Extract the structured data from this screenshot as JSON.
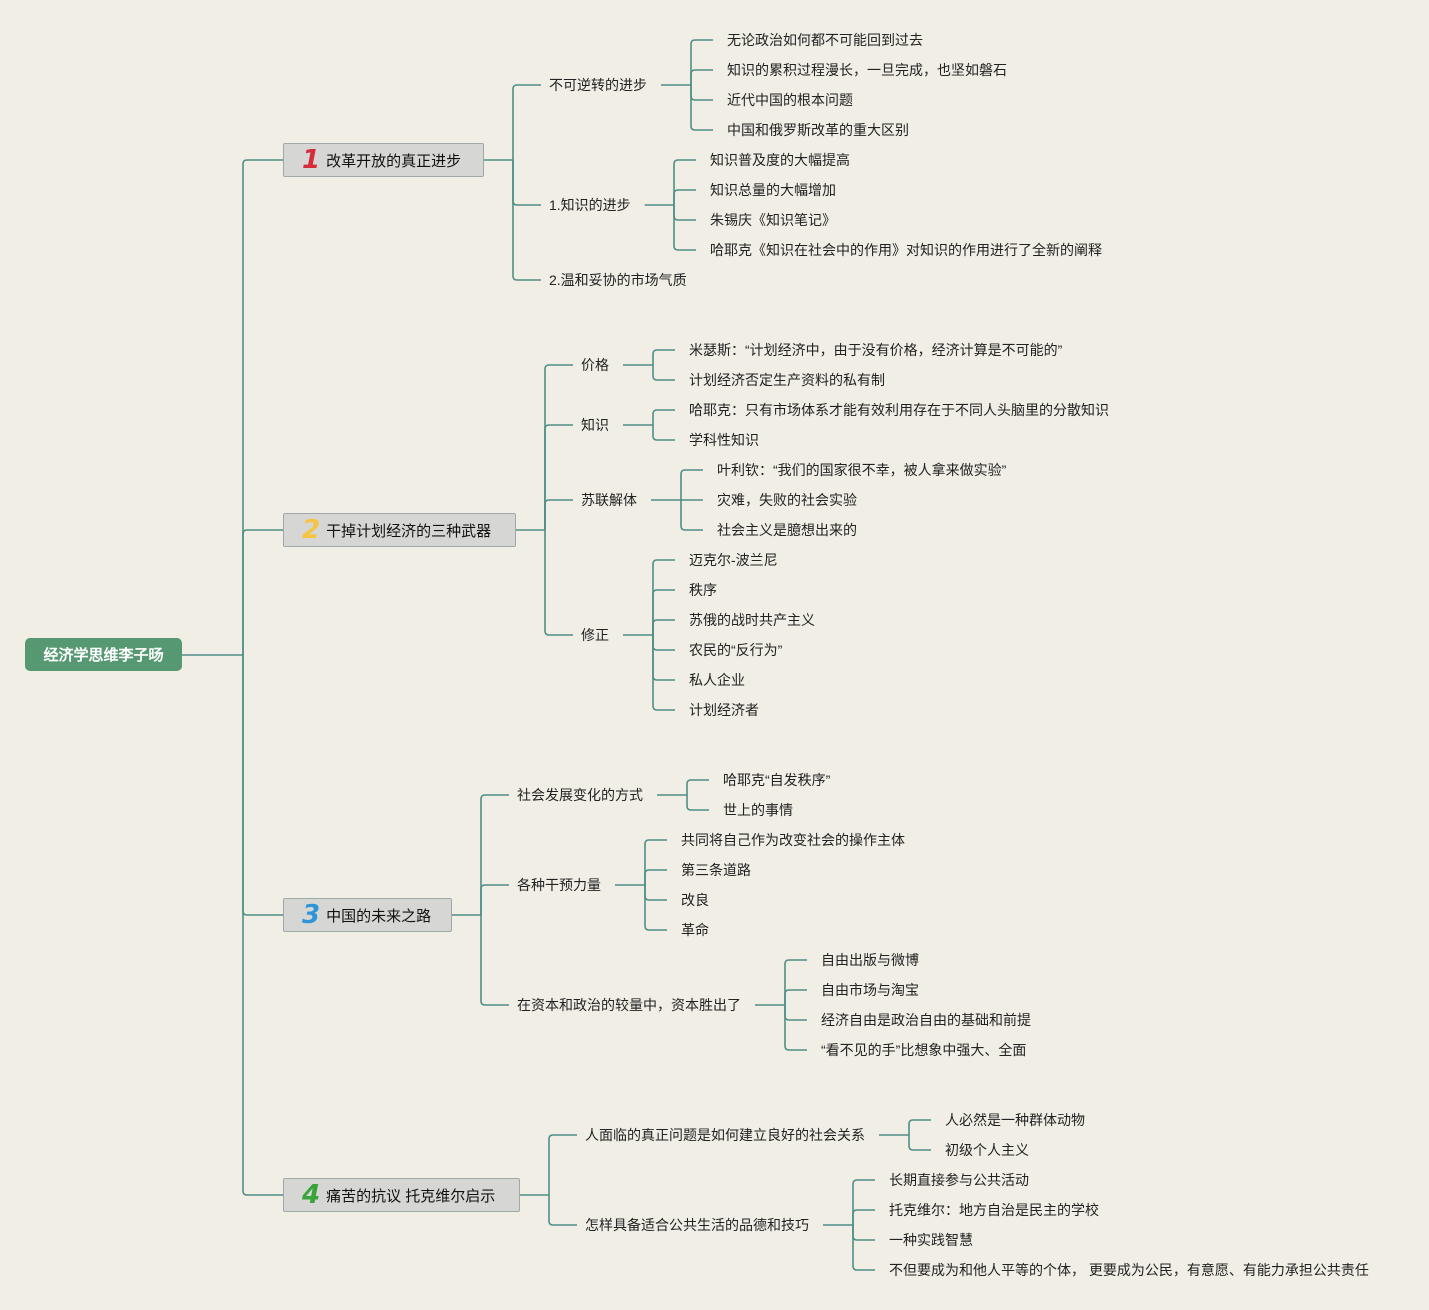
{
  "root": "经济学思维李子旸",
  "colors": {
    "line": "#4f8e86",
    "root_bg": "#559871",
    "num1": "#d62b3a",
    "num2": "#f5c542",
    "num3": "#2f94d8",
    "num4": "#3aa33a"
  },
  "branches": [
    {
      "num": "1",
      "title": "改革开放的真正进步",
      "children": [
        {
          "label": "不可逆转的进步",
          "children": [
            "无论政治如何都不可能回到过去",
            "知识的累积过程漫长，一旦完成，也坚如磐石",
            "近代中国的根本问题",
            "中国和俄罗斯改革的重大区别"
          ]
        },
        {
          "label": "1.知识的进步",
          "children": [
            "知识普及度的大幅提高",
            "知识总量的大幅增加",
            "朱锡庆《知识笔记》",
            "哈耶克《知识在社会中的作用》对知识的作用进行了全新的阐释"
          ]
        },
        {
          "label": "2.温和妥协的市场气质",
          "children": []
        }
      ]
    },
    {
      "num": "2",
      "title": "干掉计划经济的三种武器",
      "children": [
        {
          "label": "价格",
          "children": [
            "米瑟斯：“计划经济中，由于没有价格，经济计算是不可能的”",
            "计划经济否定生产资料的私有制"
          ]
        },
        {
          "label": "知识",
          "children": [
            "哈耶克：只有市场体系才能有效利用存在于不同人头脑里的分散知识",
            "学科性知识"
          ]
        },
        {
          "label": "苏联解体",
          "children": [
            "叶利钦：“我们的国家很不幸，被人拿来做实验”",
            "灾难，失败的社会实验",
            "社会主义是臆想出来的"
          ]
        },
        {
          "label": "修正",
          "children": [
            "迈克尔-波兰尼",
            "秩序",
            "苏俄的战时共产主义",
            "农民的“反行为”",
            "私人企业",
            "计划经济者"
          ]
        }
      ]
    },
    {
      "num": "3",
      "title": "中国的未来之路",
      "children": [
        {
          "label": "社会发展变化的方式",
          "children": [
            "哈耶克“自发秩序”",
            "世上的事情"
          ]
        },
        {
          "label": "各种干预力量",
          "children": [
            "共同将自己作为改变社会的操作主体",
            "第三条道路",
            "改良",
            "革命"
          ]
        },
        {
          "label": "在资本和政治的较量中，资本胜出了",
          "children": [
            "自由出版与微博",
            "自由市场与淘宝",
            "经济自由是政治自由的基础和前提",
            "“看不见的手”比想象中强大、全面"
          ]
        }
      ]
    },
    {
      "num": "4",
      "title": "痛苦的抗议 托克维尔启示",
      "children": [
        {
          "label": "人面临的真正问题是如何建立良好的社会关系",
          "children": [
            "人必然是一种群体动物",
            "初级个人主义"
          ]
        },
        {
          "label": "怎样具备适合公共生活的品德和技巧",
          "children": [
            "长期直接参与公共活动",
            "托克维尔：地方自治是民主的学校",
            "一种实践智慧",
            "不但要成为和他人平等的个体， 更要成为公民，有意愿、有能力承担公共责任"
          ]
        }
      ]
    }
  ]
}
